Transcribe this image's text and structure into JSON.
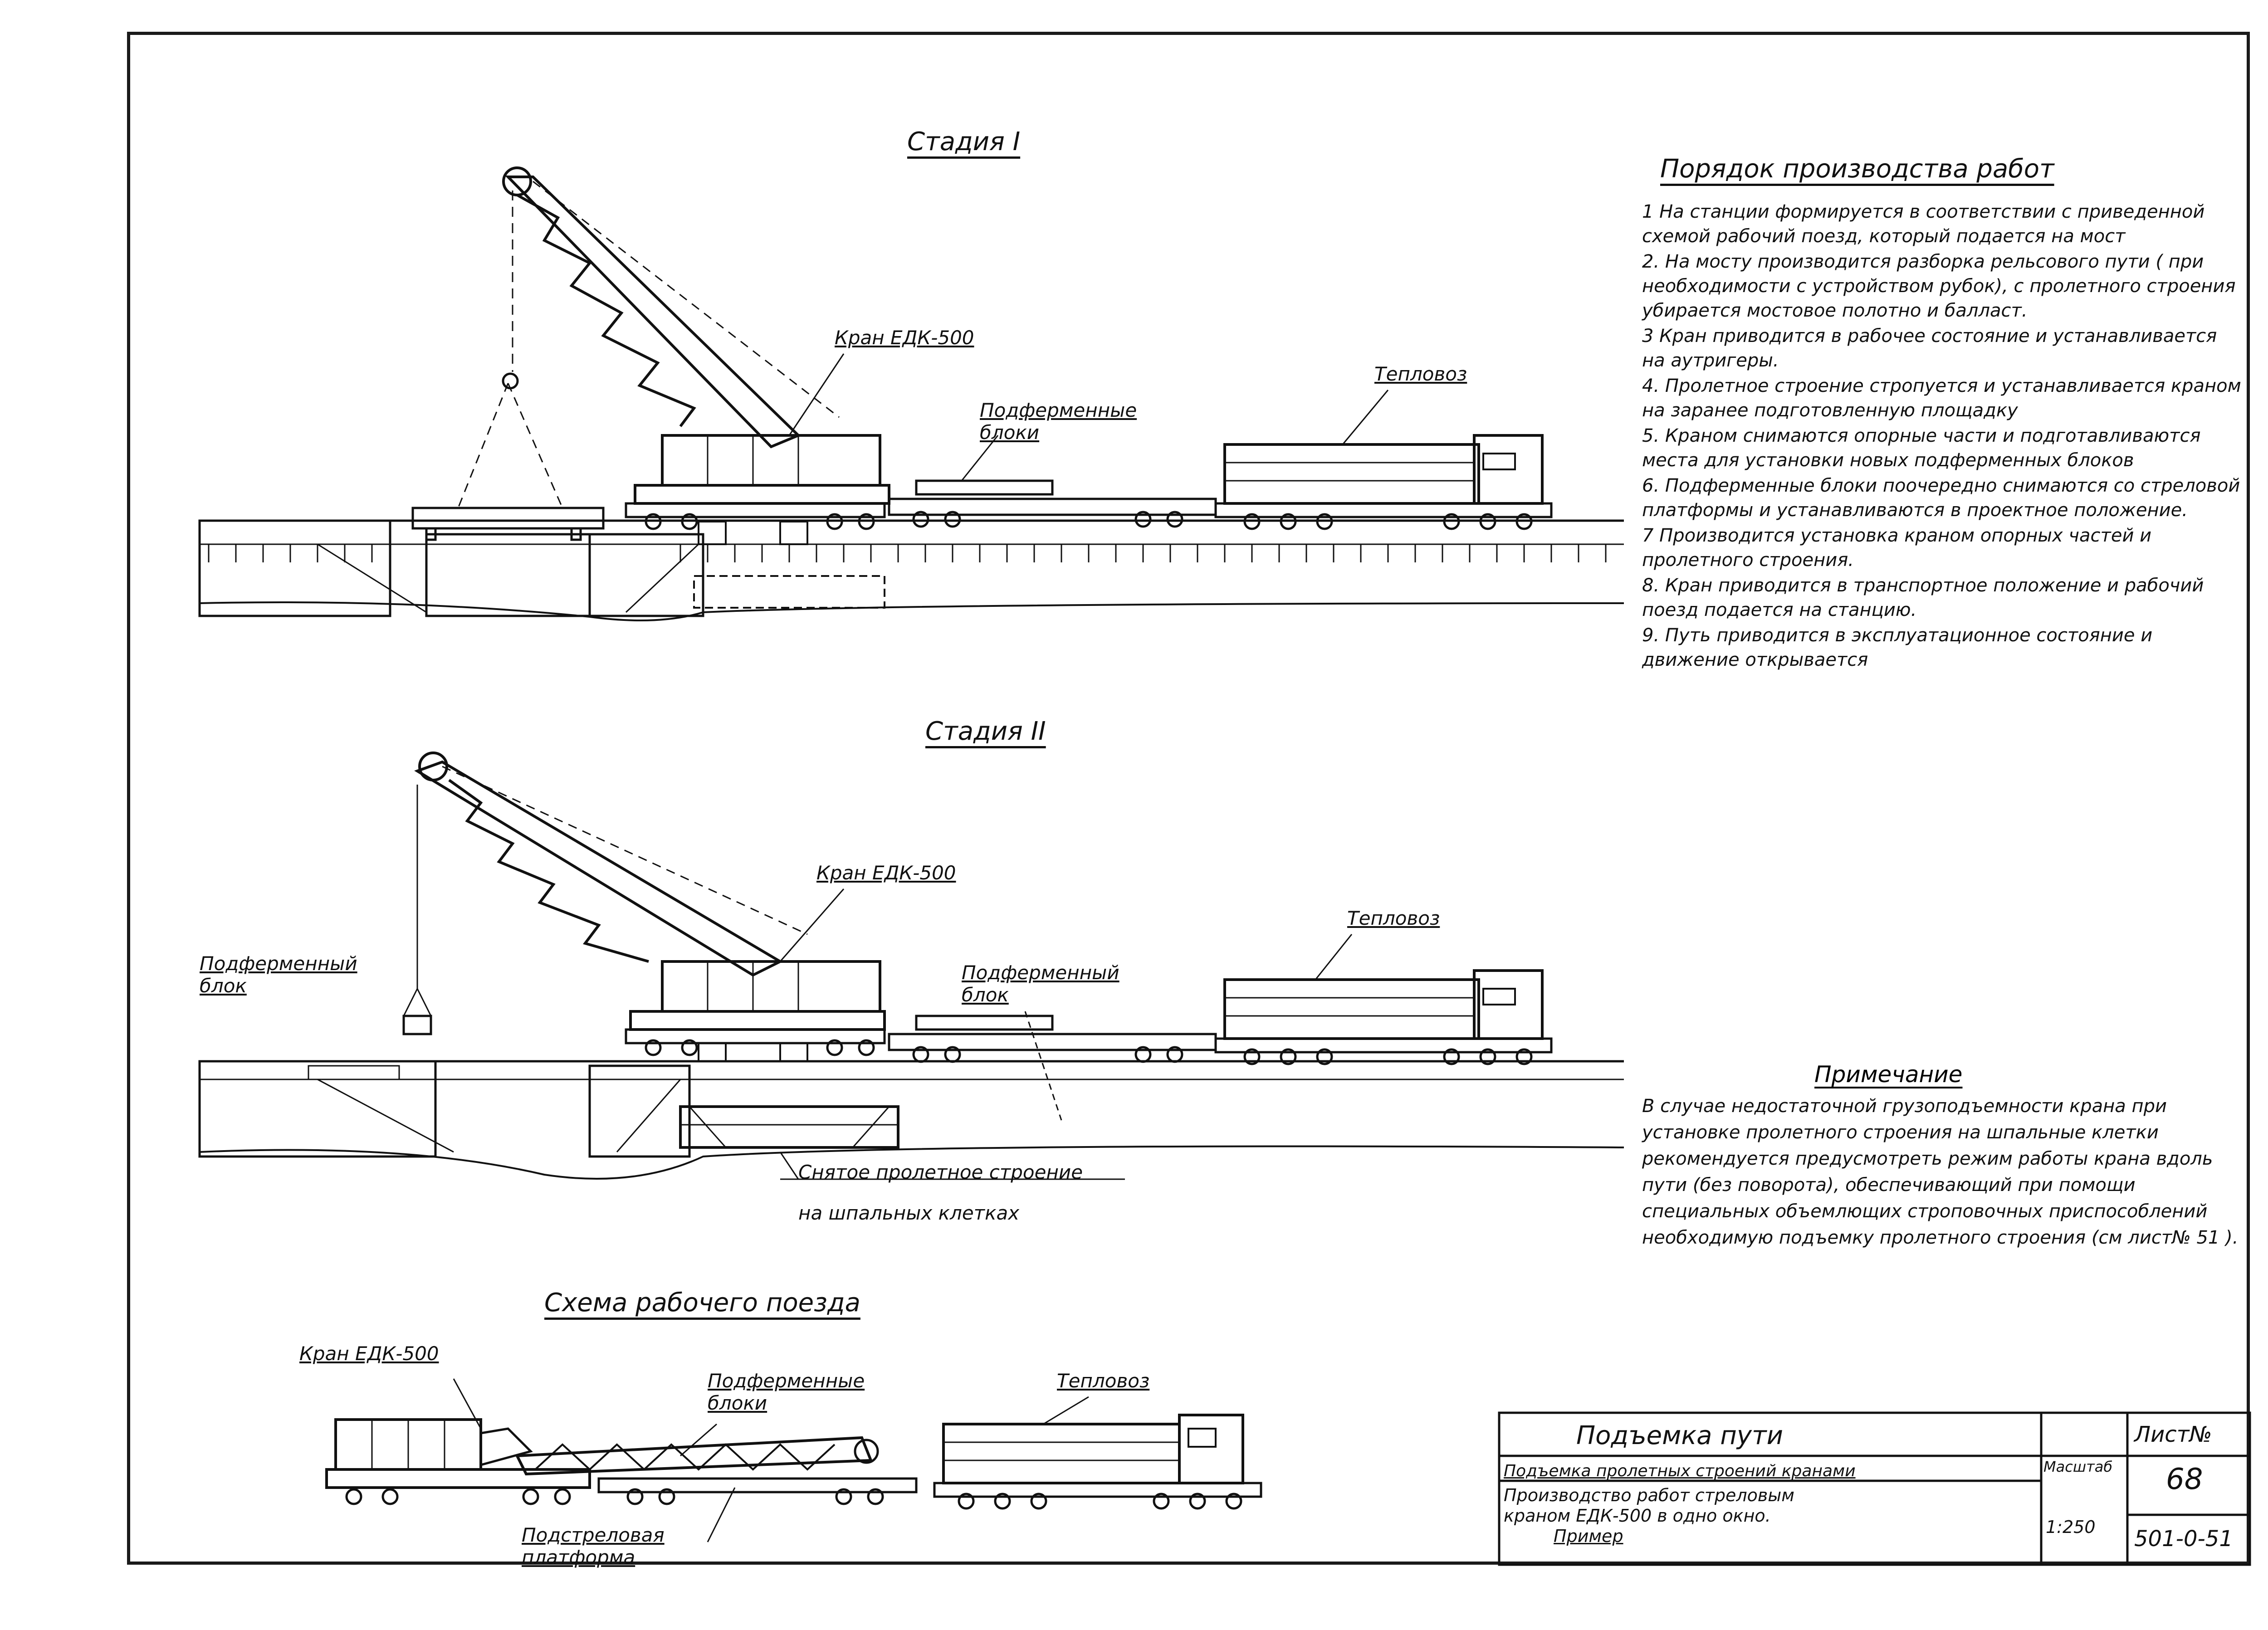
{
  "stage1": {
    "title": "Стадия I",
    "crane_label": "Кран ЕДК-500",
    "blocks_label": "Подферменные блоки",
    "loco_label": "Тепловоз"
  },
  "stage2": {
    "title": "Стадия II",
    "crane_label": "Кран ЕДК-500",
    "block_label": "Подферменный блок",
    "block_left_label": "Подферменный блок",
    "loco_label": "Тепловоз",
    "removed_span_line1": "Снятое пролетное строение",
    "removed_span_line2": "на шпальных клетках"
  },
  "scheme": {
    "title": "Схема рабочего поезда",
    "crane_label": "Кран ЕДК-500",
    "blocks_label": "Подферменные блоки",
    "loco_label": "Тепловоз",
    "platform_label": "Подстреловая платформа"
  },
  "procedure": {
    "title": "Порядок производства работ",
    "steps": [
      "1 На станции формируется в соответствии с приведенной схемой рабочий поезд, который подается на мост",
      "2. На мосту производится разборка рельсового пути ( при необходимости с устройством рубок), с пролетного строения убирается мостовое полотно и балласт.",
      "3 Кран приводится в рабочее состояние и устанавливается на аутригеры.",
      "4. Пролетное строение строп­уется и уста­навливается краном на заранее под­готовленную площадку",
      "5. Краном снимаются опорные части и подготавливаются места для установ­ки новых подферменных блоков",
      "6. Подферменные блоки поочередно снимают­ся со стреловой платформы и устанав­ливаются в проектное положение.",
      "7 Производится установка краном опорных частей и пролетного строения.",
      "8. Кран приводится в транспортное положение и рабочий поезд подается на станцию.",
      "9. Путь приводится в эксплуатационное состояние и движение открывается"
    ]
  },
  "note": {
    "title": "Примечание",
    "text": "В случае недостаточной грузоподъемности крана при установке пролетного строения на шпальные клетки рекомендуется преду­смотреть режим работы крана вдоль пути (без поворота), обеспечивающий при помощи специальных объемлющих строповочных приспособлений необходимую подъемку пролетного строения (см лист№ 51 )."
  },
  "title_block": {
    "main_title": "Подъемка пути",
    "subtitle": "Подъемка пролетных строений кранами",
    "description_line1": "Производство работ стреловым",
    "description_line2": "краном ЕДК-500 в одно окно.",
    "description_line3": "Пример",
    "scale_label": "Масштаб",
    "scale_value": "1:250",
    "sheet_label": "Лист№",
    "sheet_number": "68",
    "code": "501-0-51"
  }
}
